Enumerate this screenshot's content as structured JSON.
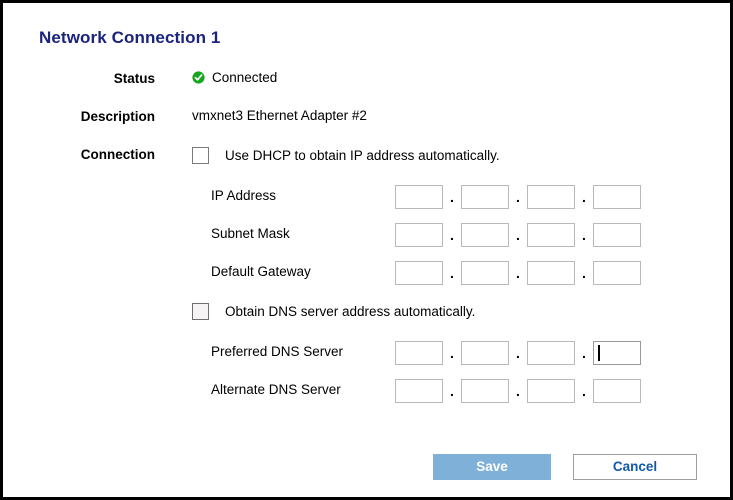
{
  "dialog": {
    "title": "Network Connection 1"
  },
  "status": {
    "label": "Status",
    "icon": "check-circle-icon",
    "value": "Connected",
    "icon_color": "#16a51e"
  },
  "description": {
    "label": "Description",
    "value": "vmxnet3 Ethernet Adapter #2"
  },
  "connection": {
    "label": "Connection",
    "dhcp_checkbox": {
      "text": "Use DHCP to obtain IP address automatically.",
      "checked": false
    },
    "dns_checkbox": {
      "text": "Obtain DNS server address automatically.",
      "checked": false
    }
  },
  "separator": ".",
  "fields": [
    {
      "label": "IP Address",
      "octets": [
        "",
        "",
        "",
        ""
      ],
      "focused_octet": -1
    },
    {
      "label": "Subnet Mask",
      "octets": [
        "",
        "",
        "",
        ""
      ],
      "focused_octet": -1
    },
    {
      "label": "Default Gateway",
      "octets": [
        "",
        "",
        "",
        ""
      ],
      "focused_octet": -1
    },
    {
      "label": "Preferred DNS Server",
      "octets": [
        "",
        "",
        "",
        ""
      ],
      "focused_octet": 3
    },
    {
      "label": "Alternate DNS Server",
      "octets": [
        "",
        "",
        "",
        ""
      ],
      "focused_octet": -1
    }
  ],
  "buttons": {
    "save": {
      "label": "Save",
      "enabled": false,
      "color": "#7fb0d8"
    },
    "cancel": {
      "label": "Cancel",
      "enabled": true,
      "color": "#1158a8"
    }
  },
  "colors": {
    "title": "#1a237e",
    "border": "#000000",
    "field_border": "#b9b9b9"
  }
}
